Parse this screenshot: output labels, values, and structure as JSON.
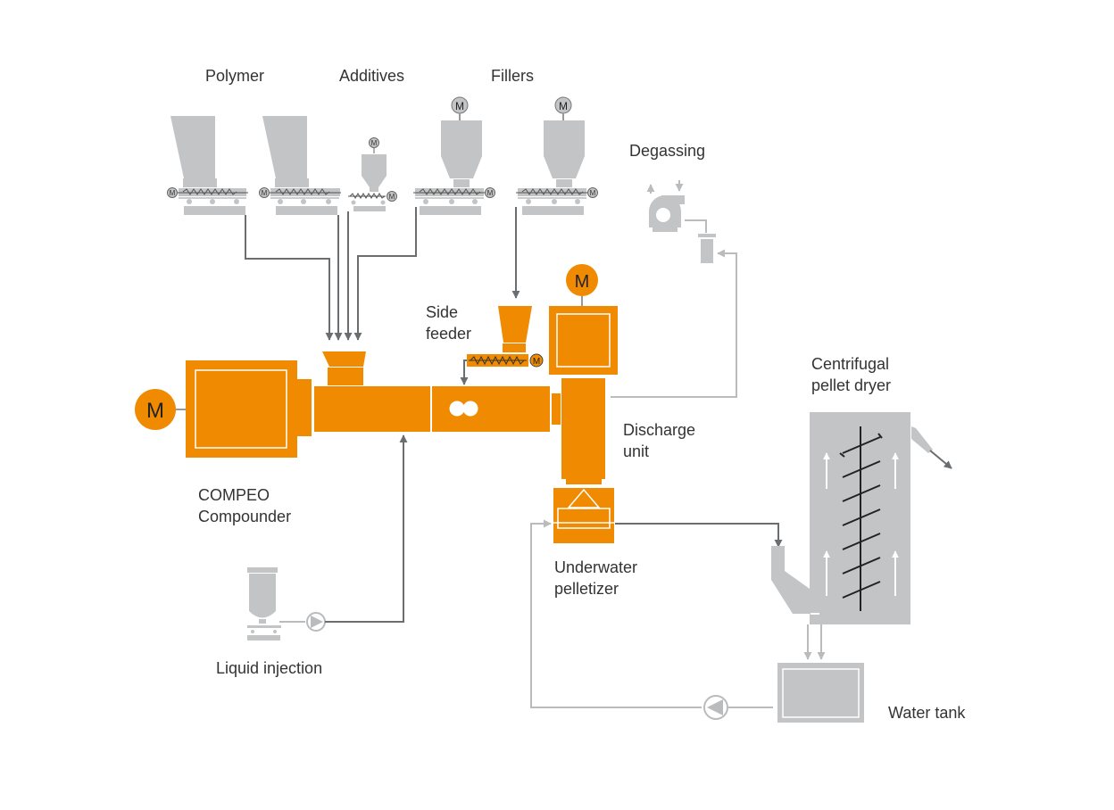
{
  "labels": {
    "polymer": "Polymer",
    "additives": "Additives",
    "fillers": "Fillers",
    "degassing": "Degassing",
    "side_feeder_1": "Side",
    "side_feeder_2": "feeder",
    "compeo_1": "COMPEO",
    "compeo_2": "Compounder",
    "discharge_1": "Discharge",
    "discharge_2": "unit",
    "dryer_1": "Centrifugal",
    "dryer_2": "pellet dryer",
    "pelletizer_1": "Underwater",
    "pelletizer_2": "pelletizer",
    "liquid_injection": "Liquid injection",
    "water_tank": "Water tank"
  },
  "motor_symbol": "M",
  "colors": {
    "orange": "#f08a00",
    "gray": "#c3c4c5",
    "dark_line": "#6b6e70",
    "light_line": "#b9bbbc",
    "text": "#333333"
  },
  "icons": [
    "motor-icon",
    "pump-icon",
    "vacuum-pump-icon",
    "screw-conveyor-icon",
    "hopper-icon"
  ]
}
